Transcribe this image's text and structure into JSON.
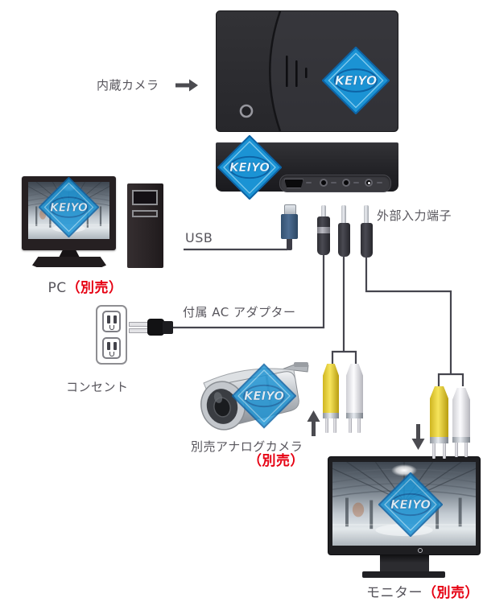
{
  "brand": {
    "logo_text": "KEIYO"
  },
  "colors": {
    "accent_red": "#e60012",
    "label_gray": "#57555c",
    "keiyo_blue": "#1b93d4",
    "keiyo_blue_dark": "#0d63a5",
    "cable_gray": "#45454e"
  },
  "labels": {
    "builtin_camera": "内蔵カメラ",
    "usb": "USB",
    "external_input": "外部入力端子",
    "ac_adapter": "付属 AC アダプター",
    "outlet": "コンセント",
    "pc": "PC",
    "pc_note": "（別売）",
    "analog_camera": "別売アナログカメラ",
    "analog_camera_note": "（別売）",
    "monitor": "モニター",
    "monitor_note": "（別売）"
  }
}
